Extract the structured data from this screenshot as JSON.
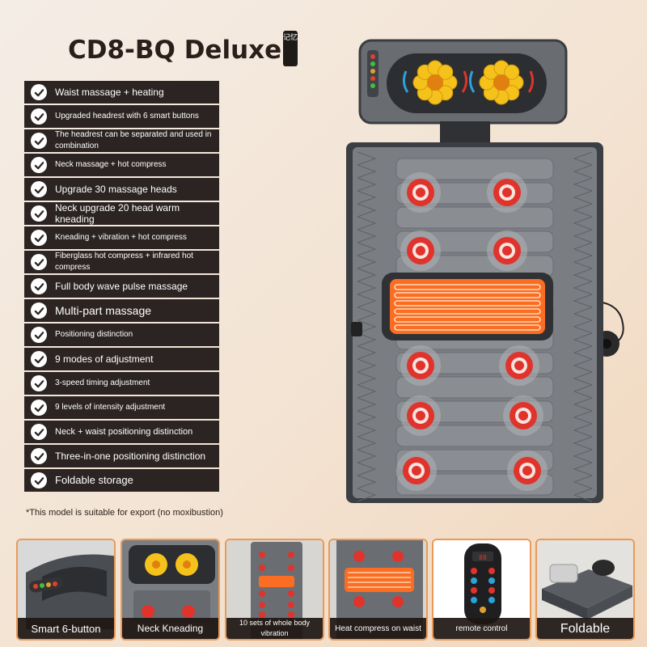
{
  "title": "CD8-BQ Deluxe",
  "badge": "记忆",
  "features": [
    {
      "text": "Waist massage + heating",
      "size": 12
    },
    {
      "text": "Upgraded headrest with 6 smart buttons",
      "size": 10
    },
    {
      "text": "The headrest can be separated and used in combination",
      "size": 10
    },
    {
      "text": "Neck massage + hot compress",
      "size": 10
    },
    {
      "text": "Upgrade 30 massage heads",
      "size": 12
    },
    {
      "text": "Neck upgrade 20 head warm kneading",
      "size": 12
    },
    {
      "text": "Kneading + vibration + hot compress",
      "size": 10
    },
    {
      "text": "Fiberglass hot compress + infrared hot compress",
      "size": 10
    },
    {
      "text": "Full body wave pulse massage",
      "size": 12
    },
    {
      "text": "Multi-part massage",
      "size": 14
    },
    {
      "text": "Positioning distinction",
      "size": 10
    },
    {
      "text": "9 modes of adjustment",
      "size": 12
    },
    {
      "text": "3-speed timing adjustment",
      "size": 10
    },
    {
      "text": "9 levels of intensity adjustment",
      "size": 10
    },
    {
      "text": "Neck + waist positioning distinction",
      "size": 11
    },
    {
      "text": "Three-in-one positioning distinction",
      "size": 12
    },
    {
      "text": "Foldable storage",
      "size": 13
    }
  ],
  "note": "*This model is suitable for export (no moxibustion)",
  "thumbnails": [
    {
      "caption": "Smart 6-button",
      "size": 13
    },
    {
      "caption": "Neck Kneading",
      "size": 12
    },
    {
      "caption": "10 sets of whole body vibration",
      "size": 9
    },
    {
      "caption": "Heat compress on waist",
      "size": 10
    },
    {
      "caption": "remote control",
      "size": 10
    },
    {
      "caption": "Foldable",
      "size": 16
    }
  ],
  "colors": {
    "feature_bg": "#2b2422",
    "mat_gray": "#5a5e63",
    "heat_red": "#e0332b",
    "accent_orange": "#e99a56",
    "kneading_yellow": "#f4c21a"
  }
}
